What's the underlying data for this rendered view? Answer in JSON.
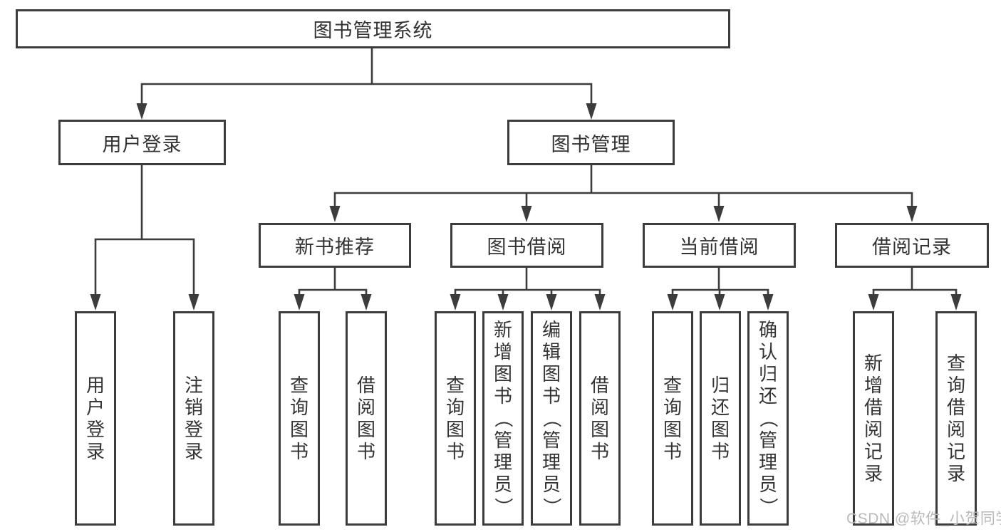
{
  "diagram_title": "图书管理系统",
  "root": {
    "label": "图书管理系统"
  },
  "branches": [
    {
      "label": "用户登录"
    },
    {
      "label": "图书管理"
    }
  ],
  "modules": [
    {
      "label": "新书推荐",
      "parent": "图书管理"
    },
    {
      "label": "图书借阅",
      "parent": "图书管理"
    },
    {
      "label": "当前借阅",
      "parent": "图书管理"
    },
    {
      "label": "借阅记录",
      "parent": "图书管理"
    }
  ],
  "functions": [
    {
      "label": "用户登录",
      "parent": "用户登录"
    },
    {
      "label": "注销登录",
      "parent": "用户登录"
    },
    {
      "label": "查询图书",
      "parent": "新书推荐"
    },
    {
      "label": "借阅图书",
      "parent": "新书推荐"
    },
    {
      "label": "查询图书",
      "parent": "图书借阅"
    },
    {
      "label": "新增图书（管理员）",
      "parent": "图书借阅"
    },
    {
      "label": "编辑图书（管理员）",
      "parent": "图书借阅"
    },
    {
      "label": "借阅图书",
      "parent": "图书借阅"
    },
    {
      "label": "查询图书",
      "parent": "当前借阅"
    },
    {
      "label": "归还图书",
      "parent": "当前借阅"
    },
    {
      "label": "确认归还（管理员）",
      "parent": "当前借阅"
    },
    {
      "label": "新增借阅记录",
      "parent": "借阅记录"
    },
    {
      "label": "查询借阅记录",
      "parent": "借阅记录"
    }
  ],
  "watermark": {
    "text": "CSDN @软件_小贺同学"
  },
  "colors": {
    "line": "#3c3c3c",
    "text": "#333333",
    "box_bg": "#ffffff",
    "watermark": "#b9b9b9"
  }
}
